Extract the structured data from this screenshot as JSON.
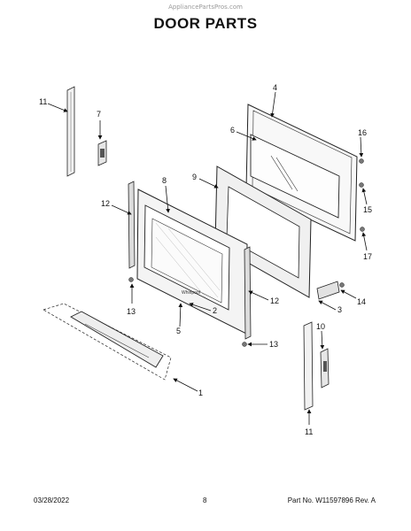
{
  "header": {
    "watermark": "AppliancePartsPros.com",
    "title": "DOOR PARTS"
  },
  "callouts": {
    "c1": "1",
    "c2": "2",
    "c3": "3",
    "c4": "4",
    "c5": "5",
    "c6": "6",
    "c7": "7",
    "c8": "8",
    "c9": "9",
    "c10": "10",
    "c11a": "11",
    "c11b": "11",
    "c12a": "12",
    "c12b": "12",
    "c13a": "13",
    "c13b": "13",
    "c14": "14",
    "c15": "15",
    "c16": "16",
    "c17": "17"
  },
  "logo_text": "Whirlpool",
  "footer": {
    "date": "03/28/2022",
    "page": "8",
    "part_no": "Part No.  W11597896  Rev.  A"
  }
}
